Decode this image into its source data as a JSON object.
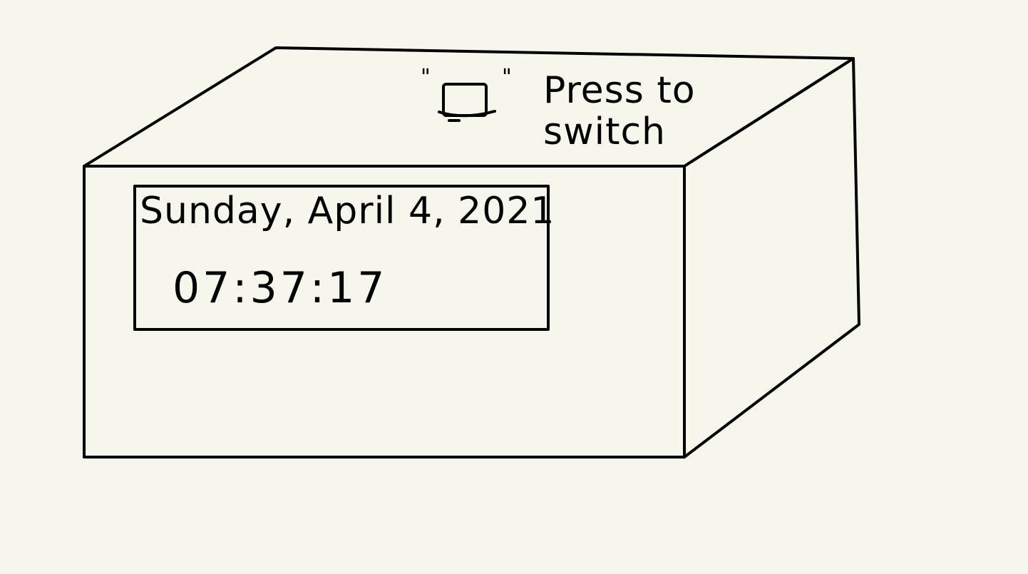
{
  "display": {
    "date": "Sunday, April 4, 2021",
    "time": "07:37:17"
  },
  "button": {
    "icon": "square-button-icon",
    "quote_open": "\"",
    "quote_close": "\"",
    "label_line1": "Press to",
    "label_line2": "switch"
  },
  "colors": {
    "background": "#f7f6ec",
    "ink": "#000000"
  }
}
